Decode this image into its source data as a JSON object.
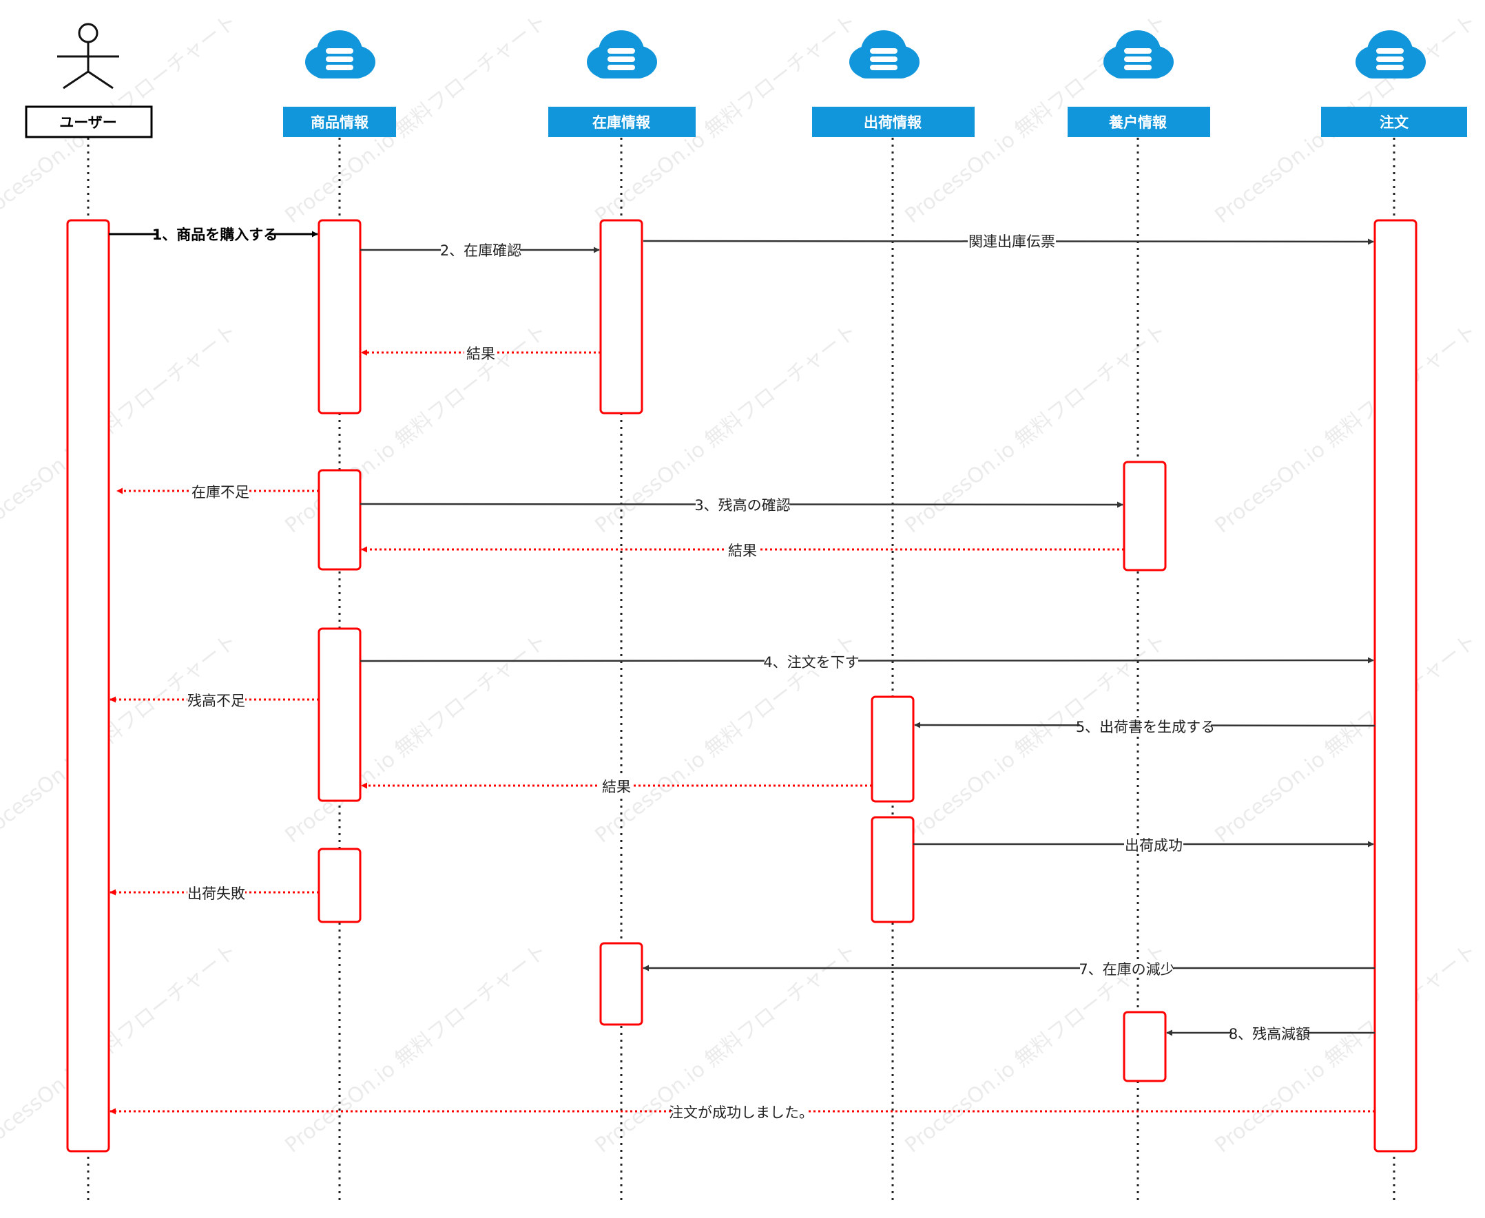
{
  "actor": {
    "label": "ユーザー"
  },
  "participants": [
    {
      "id": "product",
      "label": "商品情報"
    },
    {
      "id": "stock",
      "label": "在庫情報"
    },
    {
      "id": "shipping",
      "label": "出荷情報"
    },
    {
      "id": "account",
      "label": "養户情報"
    },
    {
      "id": "order",
      "label": "注文"
    }
  ],
  "messages": [
    {
      "id": "m1",
      "label": "1、商品を購入する",
      "from": "user",
      "to": "product",
      "kind": "sync"
    },
    {
      "id": "m2",
      "label": "2、在庫確認",
      "from": "product",
      "to": "stock",
      "kind": "sync"
    },
    {
      "id": "m3",
      "label": "関連出庫伝票",
      "from": "stock",
      "to": "order",
      "kind": "sync"
    },
    {
      "id": "m4",
      "label": "結果",
      "from": "stock",
      "to": "product",
      "kind": "return"
    },
    {
      "id": "m5",
      "label": "在庫不足",
      "from": "product",
      "to": "user",
      "kind": "return"
    },
    {
      "id": "m6",
      "label": "3、残高の確認",
      "from": "product",
      "to": "account",
      "kind": "sync"
    },
    {
      "id": "m7",
      "label": "結果",
      "from": "account",
      "to": "product",
      "kind": "return"
    },
    {
      "id": "m8",
      "label": "4、注文を下す",
      "from": "product",
      "to": "order",
      "kind": "sync"
    },
    {
      "id": "m9",
      "label": "残高不足",
      "from": "product",
      "to": "user",
      "kind": "return"
    },
    {
      "id": "m10",
      "label": "5、出荷書を生成する",
      "from": "order",
      "to": "shipping",
      "kind": "sync"
    },
    {
      "id": "m11",
      "label": "結果",
      "from": "shipping",
      "to": "product",
      "kind": "return"
    },
    {
      "id": "m12",
      "label": "出荷成功",
      "from": "shipping",
      "to": "order",
      "kind": "sync"
    },
    {
      "id": "m13",
      "label": "出荷失敗",
      "from": "product",
      "to": "user",
      "kind": "return"
    },
    {
      "id": "m14",
      "label": "7、在庫の減少",
      "from": "order",
      "to": "stock",
      "kind": "sync"
    },
    {
      "id": "m15",
      "label": "8、残高減額",
      "from": "order",
      "to": "account",
      "kind": "sync"
    },
    {
      "id": "m16",
      "label": "注文が成功しました。",
      "from": "order",
      "to": "user",
      "kind": "return"
    }
  ],
  "watermark": "ProcessOn.io 無料フローチャート",
  "colors": {
    "header": "#1296db",
    "activation": "#ff0000",
    "return_arrow": "#ff0000",
    "sync_arrow": "#333333"
  },
  "icons": {
    "actor": "stick-figure-icon",
    "participant": "cloud-database-icon"
  }
}
